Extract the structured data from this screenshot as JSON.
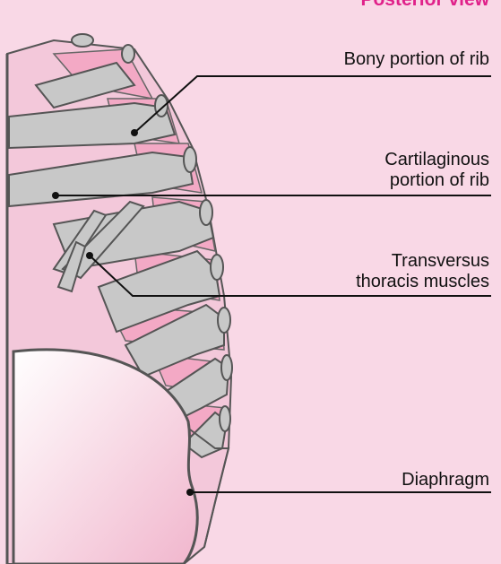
{
  "view_title": "Posterior view",
  "labels": {
    "bony": "Bony portion of rib",
    "cartilage_line1": "Cartilaginous",
    "cartilage_line2": "portion of rib",
    "transversus_line1": "Transversus",
    "transversus_line2": "thoracis muscles",
    "diaphragm": "Diaphragm"
  },
  "colors": {
    "background": "#f9d8e6",
    "rib_bone": "#c8c8c8",
    "intercostal": "#f3a9c5",
    "outline": "#555555",
    "title": "#e0218a"
  }
}
